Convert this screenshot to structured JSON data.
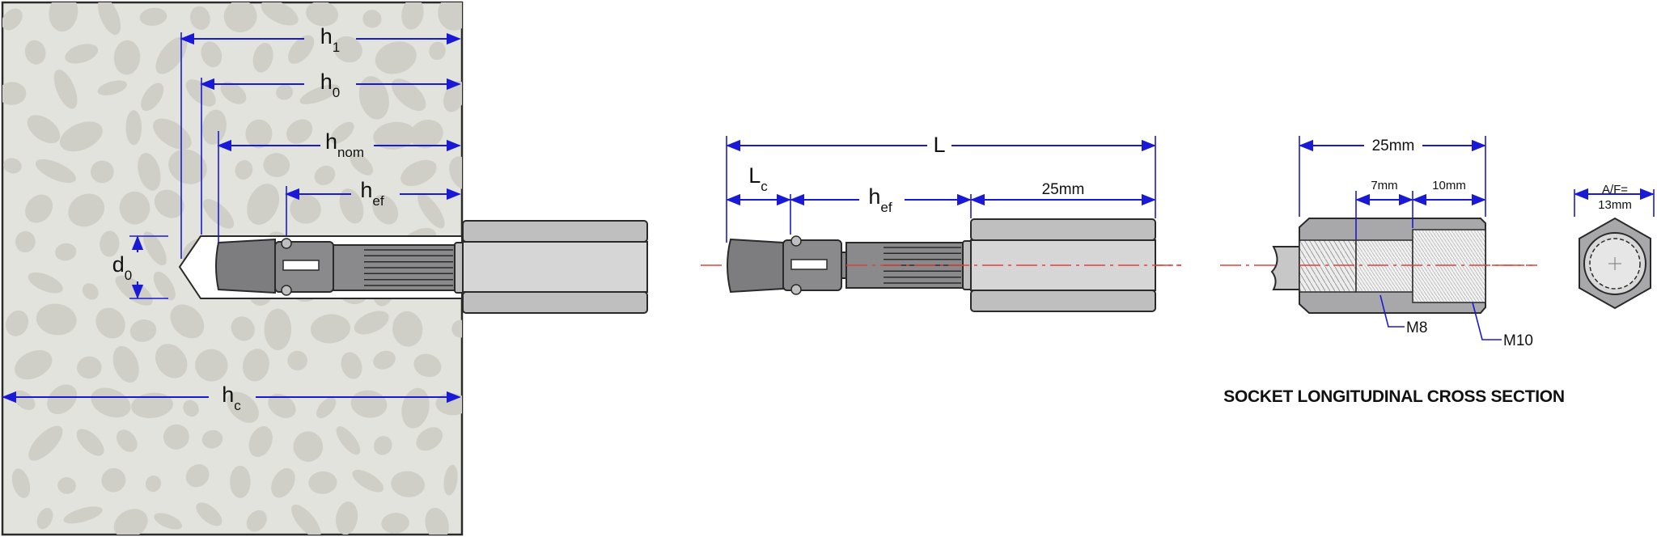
{
  "installation": {
    "dims": {
      "h1": {
        "main": "h",
        "sub": "1"
      },
      "h0": {
        "main": "h",
        "sub": "0"
      },
      "hnom": {
        "main": "h",
        "sub": "nom"
      },
      "hef": {
        "main": "h",
        "sub": "ef"
      },
      "d0": {
        "main": "d",
        "sub": "0"
      },
      "hc": {
        "main": "h",
        "sub": "c"
      }
    }
  },
  "anchor": {
    "dims": {
      "L": {
        "main": "L"
      },
      "Lc": {
        "main": "L",
        "sub": "c"
      },
      "hef": {
        "main": "h",
        "sub": "ef"
      },
      "socket_len": "25mm"
    }
  },
  "socket_section": {
    "title": "SOCKET LONGITUDINAL CROSS SECTION",
    "dims": {
      "total": "25mm",
      "m8_len": "7mm",
      "m10_len": "10mm"
    },
    "threads": {
      "m8": "M8",
      "m10": "M10"
    }
  },
  "hex_end": {
    "af_label_line1": "A/F=",
    "af_label_line2": "13mm"
  },
  "colors": {
    "dimension": "#1a1ad6",
    "axis": "#e0423a",
    "concrete": "#e2e3dd",
    "aggregate": "#cfcfc7",
    "steel": "#bfbfc0"
  }
}
